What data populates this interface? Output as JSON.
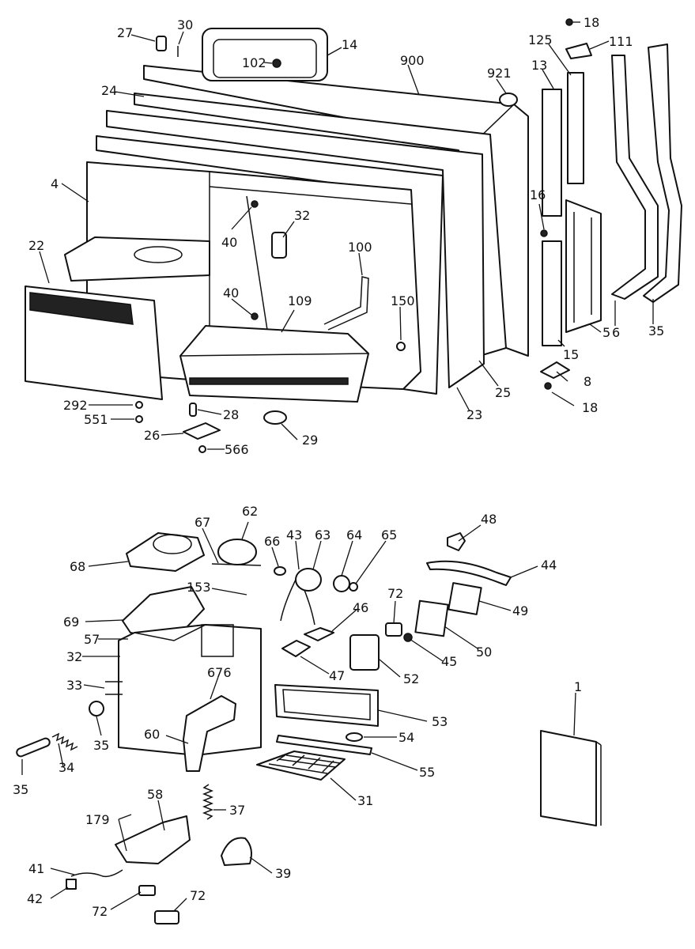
{
  "diagram": {
    "labels": {
      "l27": "27",
      "l30": "30",
      "l14": "14",
      "l102": "102",
      "l900": "900",
      "l921": "921",
      "l125": "125",
      "l13": "13",
      "l18a": "18",
      "l111": "111",
      "l24": "24",
      "l4": "4",
      "l22": "22",
      "l40a": "40",
      "l32a": "32",
      "l40b": "40",
      "l100": "100",
      "l109": "109",
      "l150": "150",
      "l16": "16",
      "l6": "6",
      "l35a": "35",
      "l5": "5",
      "l15": "15",
      "l8": "8",
      "l18b": "18",
      "l25": "25",
      "l23": "23",
      "l292": "292",
      "l551": "551",
      "l28": "28",
      "l26": "26",
      "l566": "566",
      "l29": "29",
      "l62": "62",
      "l67": "67",
      "l66": "66",
      "l43": "43",
      "l63": "63",
      "l64": "64",
      "l65": "65",
      "l48": "48",
      "l44": "44",
      "l68": "68",
      "l153": "153",
      "l69": "69",
      "l57": "57",
      "l32b": "32",
      "l33": "33",
      "l676": "676",
      "l35b": "35",
      "l34": "34",
      "l35c": "35",
      "l60": "60",
      "l46": "46",
      "l72a": "72",
      "l49": "49",
      "l45": "45",
      "l50": "50",
      "l47": "47",
      "l52": "52",
      "l53": "53",
      "l54": "54",
      "l55": "55",
      "l31": "31",
      "l1": "1",
      "l58": "58",
      "l37": "37",
      "l179": "179",
      "l41": "41",
      "l39": "39",
      "l42": "42",
      "l72b": "72",
      "l72c": "72"
    }
  }
}
